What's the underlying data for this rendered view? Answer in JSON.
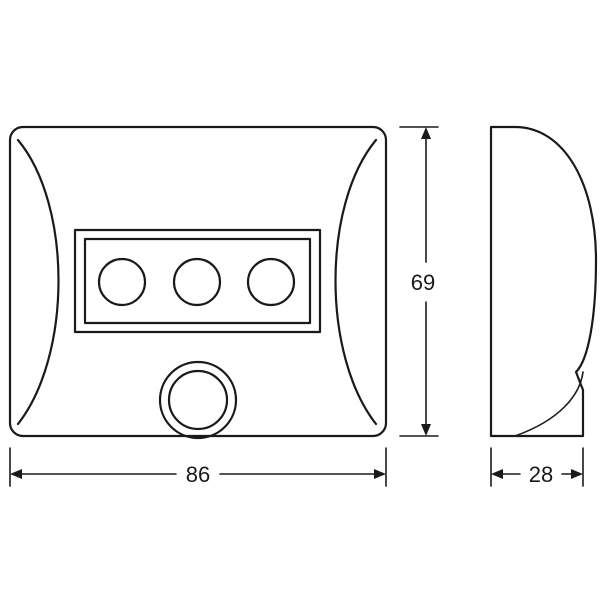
{
  "dimensions": {
    "width": "86",
    "height": "69",
    "depth": "28"
  }
}
